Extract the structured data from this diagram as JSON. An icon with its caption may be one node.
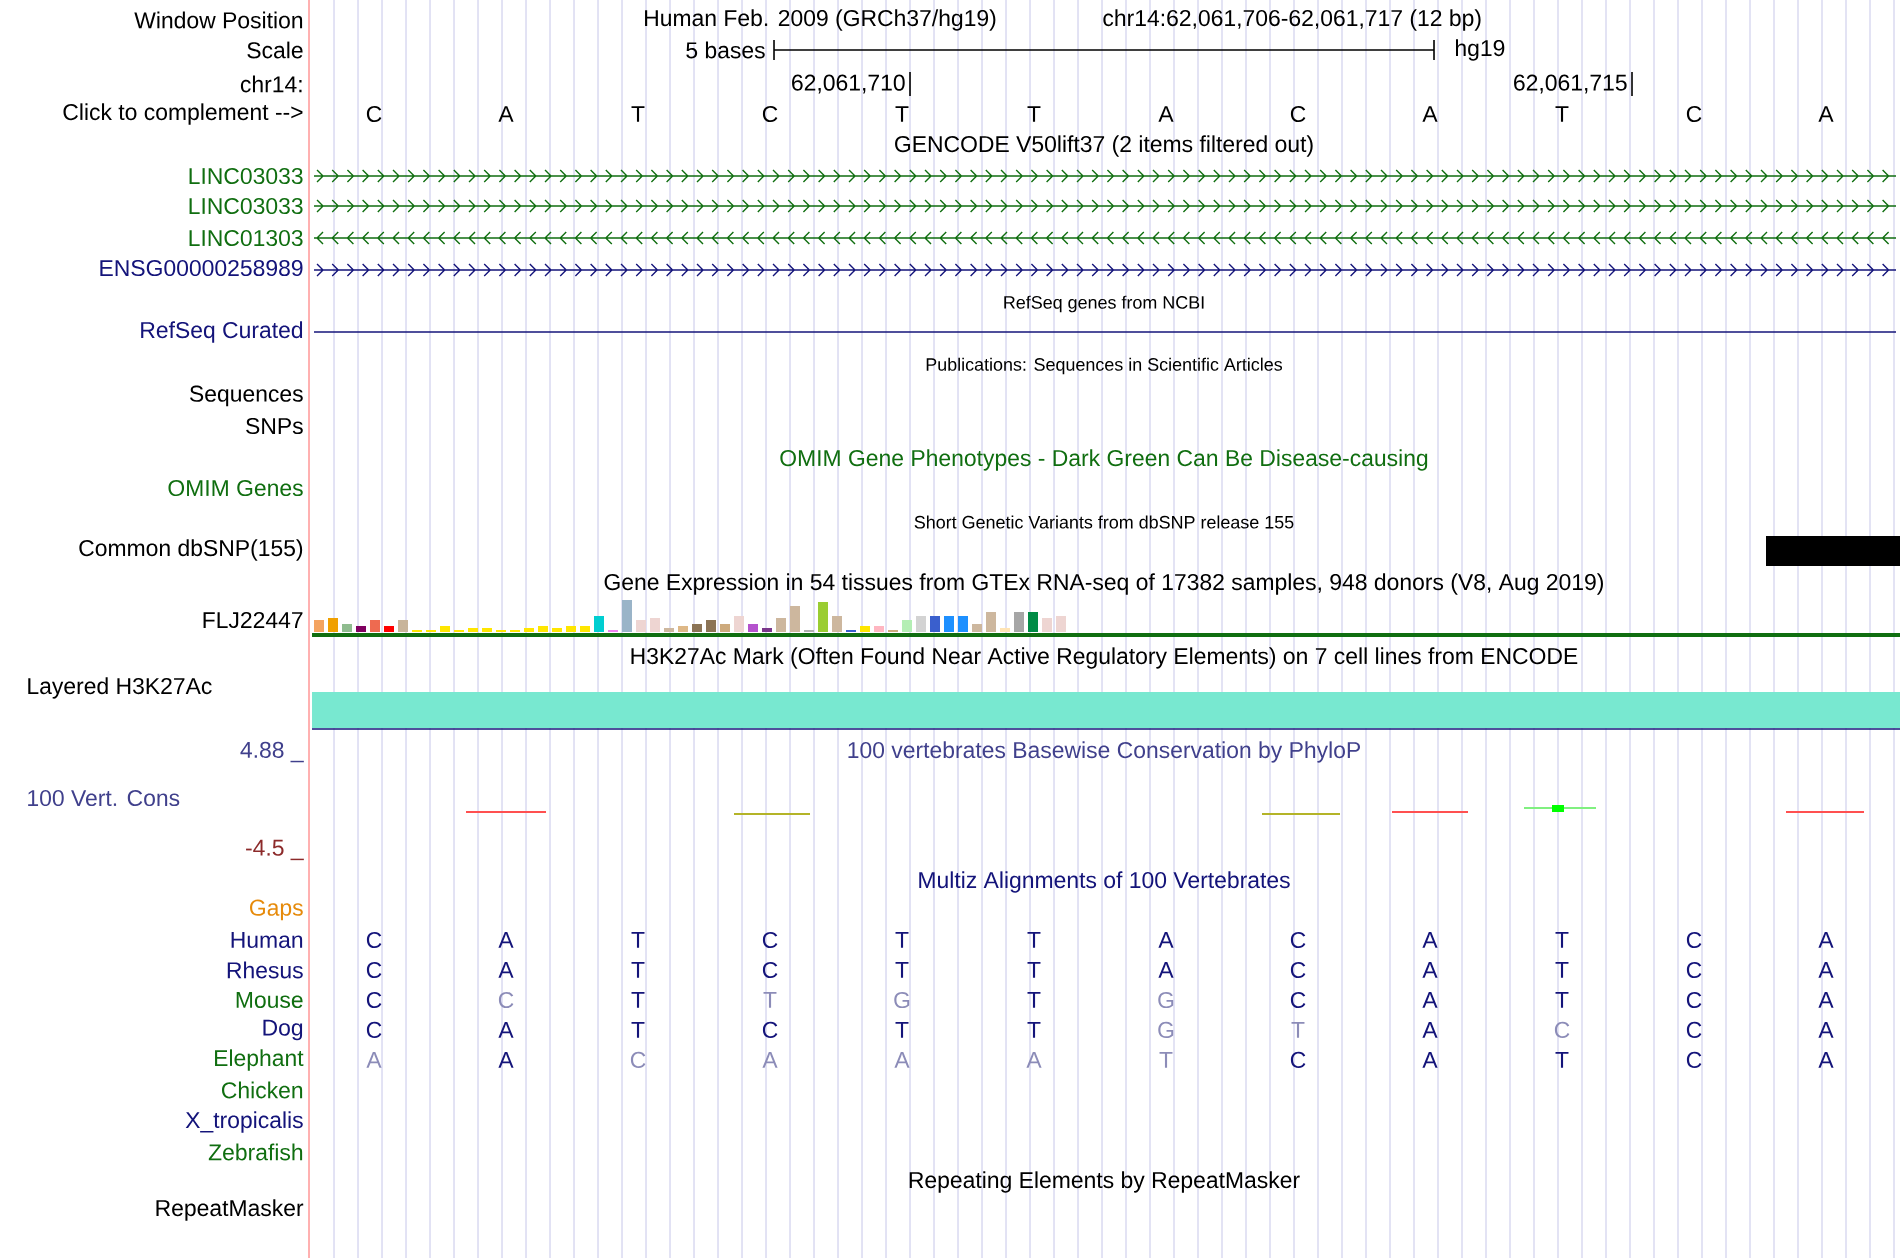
{
  "diagram": {
    "labels": [
      "Window Position",
      "Human Feb. 2009 (GRCh37/hg19)",
      "chr14:62,061,706-62,061,717 (12 bp)",
      "Scale",
      "5 bases",
      "hg19",
      "chr14:",
      "62,061,710",
      "62,061,715",
      "Click to complement -->",
      "C",
      "A",
      "T",
      "C",
      "T",
      "T",
      "A",
      "C",
      "A",
      "T",
      "C",
      "A",
      "GENCODE V50lift37 (2 items filtered out)",
      "LINC03033",
      "LINC03033",
      "LINC01303",
      "ENSG00000258989",
      "RefSeq genes from NCBI",
      "RefSeq Curated",
      "Publications: Sequences in Scientific Articles",
      "Sequences",
      "SNPs",
      "OMIM Gene Phenotypes - Dark Green Can Be Disease-causing",
      "OMIM Genes",
      "Short Genetic Variants from dbSNP release 155",
      "Common dbSNP(155)",
      "Gene Expression in 54 tissues from GTEx RNA-seq of 17382 samples, 948 donors (V8, Aug 2019)",
      "FLJ22447",
      "H3K27Ac Mark (Often Found Near Active Regulatory Elements) on 7 cell lines from ENCODE",
      "Layered H3K27Ac",
      "4.88 _",
      "100 vertebrates Basewise Conservation by PhyloP",
      "100 Vert. Cons",
      "-4.5 _",
      "Multiz Alignments of 100 Vertebrates",
      "Gaps",
      "Human",
      "C",
      "A",
      "T",
      "C",
      "T",
      "T",
      "A",
      "C",
      "A",
      "T",
      "C",
      "A",
      "Rhesus",
      "C",
      "A",
      "T",
      "C",
      "T",
      "T",
      "A",
      "C",
      "A",
      "T",
      "C",
      "A",
      "Mouse",
      "C",
      "C",
      "T",
      "T",
      "G",
      "T",
      "G",
      "C",
      "A",
      "T",
      "C",
      "A",
      "Dog",
      "C",
      "A",
      "T",
      "C",
      "T",
      "T",
      "G",
      "T",
      "A",
      "C",
      "C",
      "A",
      "Elephant",
      "A",
      "A",
      "C",
      "A",
      "A",
      "A",
      "T",
      "C",
      "A",
      "T",
      "C",
      "A",
      "Chicken",
      "X_tropicalis",
      "Zebrafish",
      "Repeating Elements by RepeatMasker",
      "RepeatMasker"
    ]
  }
}
